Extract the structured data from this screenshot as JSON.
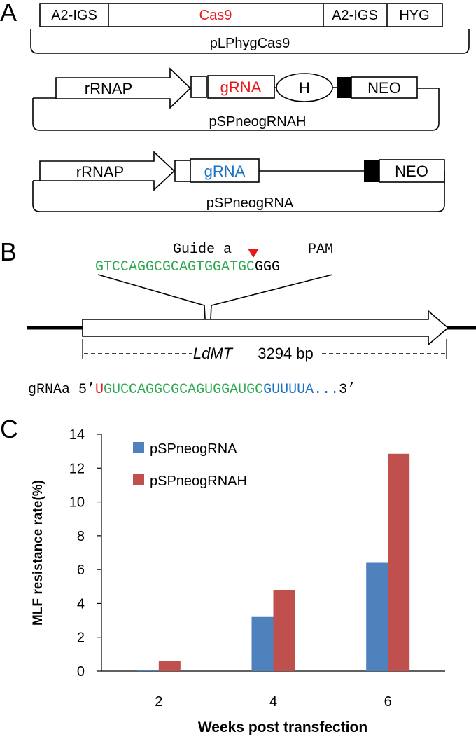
{
  "panel_a": {
    "letter": "A",
    "construct1": {
      "segments": [
        "A2-IGS",
        "Cas9",
        "A2-IGS",
        "HYG"
      ],
      "name": "pLPhygCas9"
    },
    "construct2": {
      "promoter": "rRNAP",
      "grna": "gRNA",
      "h": "H",
      "neo": "NEO",
      "name": "pSPneogRNAH"
    },
    "construct3": {
      "promoter": "rRNAP",
      "grna": "gRNA",
      "neo": "NEO",
      "name": "pSPneogRNA"
    },
    "colors": {
      "cas9": "#e8191c",
      "grna_red": "#e8191c",
      "grna_blue": "#1a73c6",
      "cut_marker": "#e8191c"
    }
  },
  "panel_b": {
    "letter": "B",
    "guide_label": "Guide a",
    "pam_label": "PAM",
    "guide_seq": "GTCCAGGCGCAGTGGATGC",
    "pam_seq": "GGG",
    "gene_name": "LdMT",
    "gene_size": "3294 bp",
    "grna_label": "gRNAa",
    "grna_prefix": "5’",
    "grna_u": "U",
    "grna_body": "GUCCAGGCGCAGUGGAUGC",
    "grna_tail": "GUUUUA...",
    "grna_suffix": "3’",
    "colors": {
      "green": "#2eaa52",
      "blue": "#1a73c6",
      "red": "#e8191c"
    }
  },
  "panel_c": {
    "letter": "C"
  },
  "chart_data": {
    "type": "bar",
    "categories": [
      "2",
      "4",
      "6"
    ],
    "series": [
      {
        "name": "pSPneogRNA",
        "values": [
          0.05,
          3.2,
          6.4
        ],
        "color": "#4f81bd"
      },
      {
        "name": "pSPneogRNAH",
        "values": [
          0.6,
          4.8,
          12.85
        ],
        "color": "#c0504d"
      }
    ],
    "y_ticks": [
      "0",
      "2",
      "4",
      "6",
      "8",
      "10",
      "12",
      "14"
    ],
    "ylim": [
      0,
      14
    ],
    "xlabel": "Weeks post transfection",
    "ylabel": "MLF resistance rate(%)",
    "grid": false,
    "legend_position": "top-left"
  }
}
